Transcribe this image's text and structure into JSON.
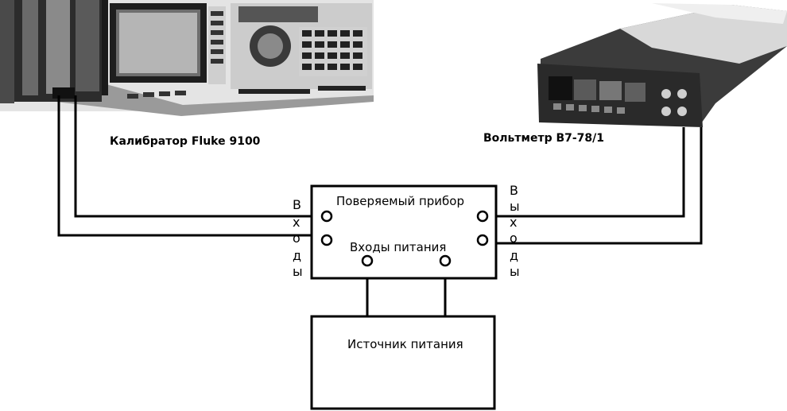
{
  "calibrator": {
    "label": "Калибратор Fluke 9100"
  },
  "voltmeter": {
    "label": "Вольтметр В7-78/1"
  },
  "device_under_test": {
    "title": "Поверяемый прибор",
    "power_inputs_label": "Входы питания",
    "inputs_letters": [
      "В",
      "х",
      "о",
      "д",
      "ы"
    ],
    "outputs_letters": [
      "В",
      "ы",
      "х",
      "о",
      "д",
      "ы"
    ]
  },
  "power_supply": {
    "label": "Источник питания"
  }
}
